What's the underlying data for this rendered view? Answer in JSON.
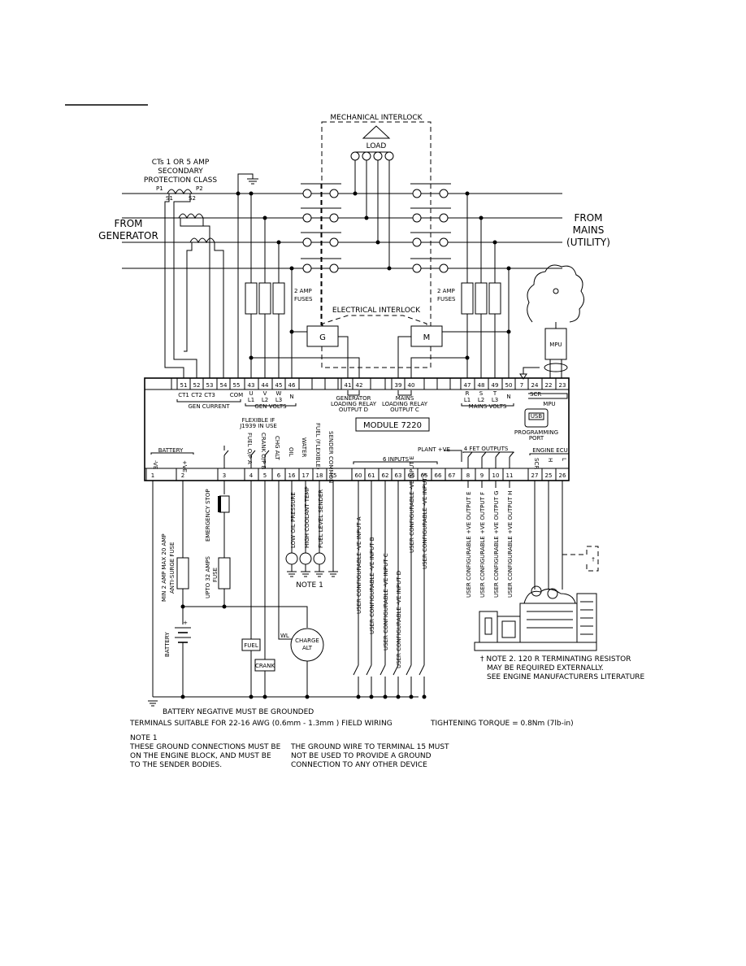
{
  "header": {
    "mechanical_interlock": "MECHANICAL INTERLOCK",
    "load": "LOAD",
    "electrical_interlock": "ELECTRICAL INTERLOCK"
  },
  "generator": {
    "label": [
      "FROM",
      "GENERATOR"
    ],
    "ct_note": [
      "CTs 1 OR 5 AMP",
      "SECONDARY",
      "PROTECTION CLASS"
    ],
    "p1": "P1",
    "p2": "P2",
    "s1": "S1",
    "s2": "S2",
    "fuses": [
      "2 AMP",
      "FUSES"
    ],
    "coil": "G"
  },
  "mains": {
    "label": [
      "FROM",
      "MAINS",
      "(UTILITY)"
    ],
    "fuses": [
      "2 AMP",
      "FUSES"
    ],
    "coil": "M",
    "mpu": "MPU"
  },
  "module": {
    "name": "MODULE 7220",
    "top_terminals": [
      "51",
      "52",
      "53",
      "54",
      "55",
      "43",
      "44",
      "45",
      "46",
      "41",
      "42",
      "39",
      "40",
      "47",
      "48",
      "49",
      "50",
      "7",
      "24",
      "22",
      "23"
    ],
    "top_labels": {
      "ct": [
        "CT1",
        "CT2",
        "CT3"
      ],
      "com": "COM",
      "gen_current": "GEN CURRENT",
      "gen_volts_phase": [
        "U",
        "V",
        "W"
      ],
      "gen_volts_line": [
        "L1",
        "L2",
        "L3"
      ],
      "n": "N",
      "gen_volts": "GEN VOLTS",
      "gen_relay": [
        "GENERATOR",
        "LOADING RELAY",
        "OUTPUT D"
      ],
      "mains_relay": [
        "MAINS",
        "LOADING RELAY",
        "OUTPUT C"
      ],
      "mains_volts_phase": [
        "R",
        "S",
        "T"
      ],
      "mains_volts_line": [
        "L1",
        "L2",
        "L3"
      ],
      "mains_volts": "MAINS VOLTS",
      "scr": "SCR",
      "mpu": "MPU"
    },
    "bottom_terminals": [
      "1",
      "2",
      "3",
      "4",
      "5",
      "6",
      "16",
      "17",
      "18",
      "15",
      "60",
      "61",
      "62",
      "63",
      "64",
      "65",
      "66",
      "67",
      "8",
      "9",
      "10",
      "11",
      "27",
      "25",
      "26"
    ],
    "bottom_labels": {
      "battery": "BATTERY",
      "neg": "-VE",
      "pos": "+VE",
      "flexible": [
        "FLEXIBLE IF",
        "J1939 IN USE"
      ],
      "fuel": "FUEL O/P A",
      "crank": "CRANK O/P B",
      "chg": "CHG ALT",
      "oil": "OIL",
      "water": "WATER",
      "fuel_flex": "FUEL (FLEXIBLE)",
      "sender": "SENDER COMMON",
      "six_inputs": "6 INPUTS",
      "plant": "PLANT +VE",
      "fet": "4 FET OUTPUTS",
      "engine_ecu": "ENGINE ECU",
      "ecu_scr": "SCR",
      "ecu_h": "H",
      "ecu_l": "L",
      "usb": "USB",
      "programming_port": [
        "PROGRAMMING",
        "PORT"
      ]
    }
  },
  "wiring": {
    "min_fuse": [
      "MIN 2 AMP MAX 20 AMP",
      "ANTI-SURGE FUSE"
    ],
    "emergency_stop": "EMERGENCY STOP",
    "upto_fuse": [
      "UPTO 32 AMPS",
      "FUSE"
    ],
    "battery": "BATTERY",
    "fuel_box": "FUEL",
    "crank_box": "CRANK",
    "charge_alt": [
      "CHARGE",
      "ALT"
    ],
    "wl": "WL",
    "senders": [
      "LOW OIL PRESSURE",
      "HIGH COOLANT TEMP",
      "FUEL LEVEL SENDER"
    ],
    "note1_ref": "NOTE 1",
    "inputs": [
      "USER CONFIGURABLE -VE INPUT A",
      "USER CONFIGURABLE -VE INPUT B",
      "USER CONFIGURABLE -VE INPUT C",
      "USER CONFIGURABLE -VE INPUT D",
      "USER CONFIGURABLE -VE INPUT E",
      "USER CONFIGURABLE -VE INPUT F"
    ],
    "outputs": [
      "USER CONFIGURABLE +VE OUTPUT E",
      "USER CONFIGURABLE +VE OUTPUT F",
      "USER CONFIGURABLE +VE OUTPUT G",
      "USER CONFIGURABLE +VE OUTPUT H"
    ]
  },
  "notes": {
    "note2": [
      "† NOTE 2. 120 R TERMINATING RESISTOR",
      "MAY BE REQUIRED EXTERNALLY.",
      "SEE ENGINE MANUFACTURERS LITERATURE"
    ],
    "battery_ground": "BATTERY NEGATIVE MUST BE GROUNDED",
    "terminals": "TERMINALS SUITABLE FOR 22-16 AWG (0.6mm - 1.3mm ) FIELD WIRING",
    "torque": "TIGHTENING TORQUE = 0.8Nm (7lb-in)",
    "note1_title": "NOTE 1",
    "note1_left": [
      "THESE GROUND CONNECTIONS MUST BE",
      "ON THE ENGINE BLOCK, AND MUST BE",
      "TO THE SENDER BODIES."
    ],
    "note1_right": [
      "THE GROUND WIRE TO TERMINAL 15 MUST",
      "NOT BE USED TO PROVIDE A GROUND",
      "CONNECTION TO ANY OTHER DEVICE"
    ]
  }
}
